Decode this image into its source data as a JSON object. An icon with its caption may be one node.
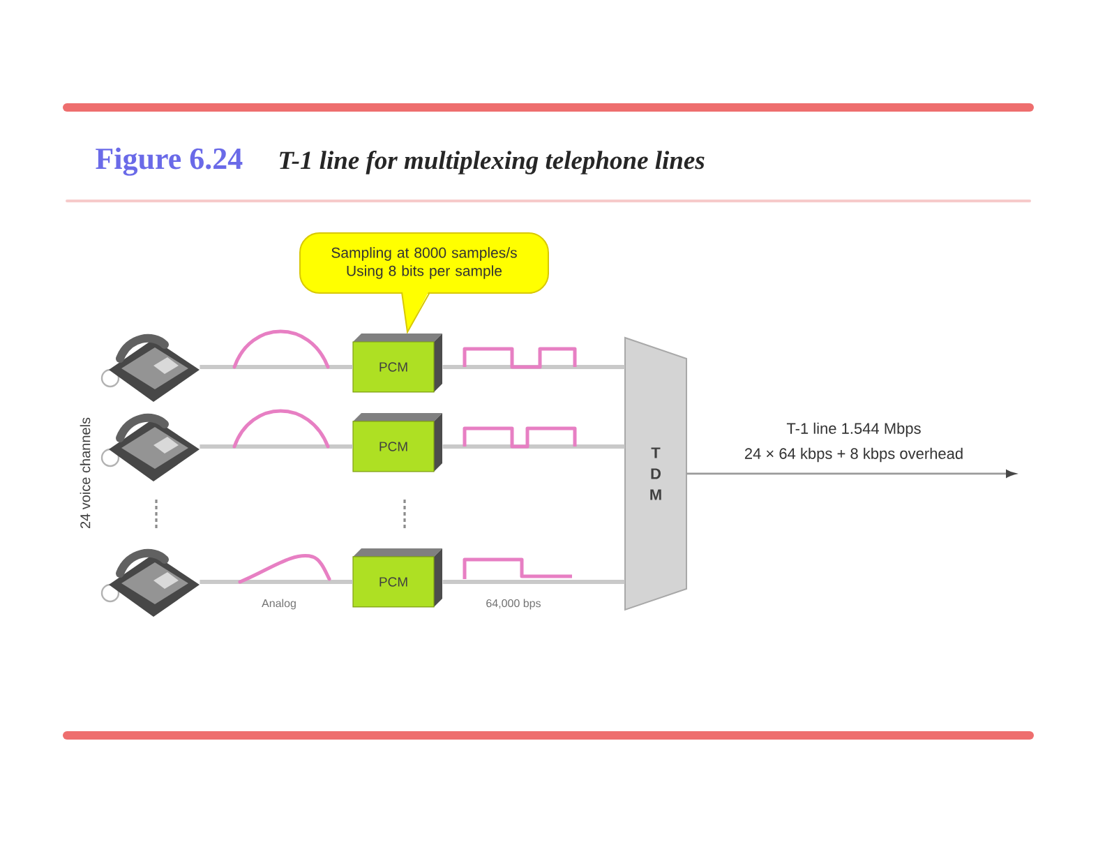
{
  "diagram": {
    "title": "Figure 6.24",
    "caption": "T-1 line for multiplexing telephone lines",
    "nodes": [
      {
        "text": [
          "Sampling at 8000 samples/s Using 8 bits per sample"
        ]
      },
      {
        "text": [],
        "shape": "picture"
      },
      {
        "text": [],
        "shape": "picture"
      },
      {
        "text": [],
        "shape": "picture"
      },
      {
        "text": [
          "PCM"
        ]
      },
      {
        "text": [
          "PCM"
        ]
      },
      {
        "text": [
          "PCM"
        ]
      },
      {
        "text": [
          "T D M"
        ]
      }
    ],
    "edges": [
      {
        "from": 1,
        "to": 4,
        "arrow": "none"
      },
      {
        "from": 2,
        "to": 5,
        "arrow": "none"
      },
      {
        "from": 3,
        "to": 6,
        "arrow": "none"
      },
      {
        "from": 4,
        "to": 7,
        "arrow": "none"
      },
      {
        "from": 5,
        "to": 7,
        "arrow": "none"
      },
      {
        "from": 6,
        "to": 7,
        "arrow": "none"
      },
      {
        "from": 7,
        "to": null,
        "arrow": "to",
        "label": "T-1 line 1.544 Mbps"
      }
    ],
    "labels": [
      "24 voice channels",
      "Analog",
      "64,000 bps",
      "24 × 64 kbps + 8 kbps overhead"
    ]
  }
}
